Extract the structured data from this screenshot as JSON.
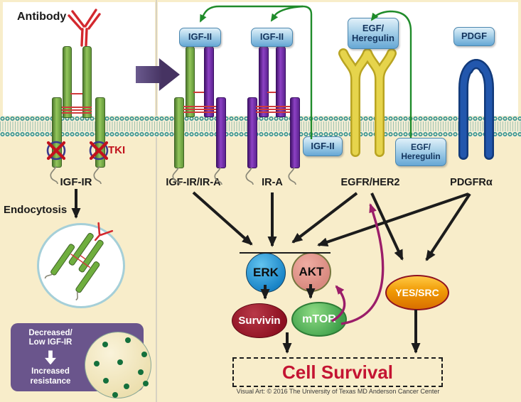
{
  "left_panel": {
    "antibody_label": "Antibody",
    "tki_label": "TKI",
    "receptor_label": "IGF-IR",
    "endocytosis_label": "Endocytosis",
    "resistance_box": {
      "line1": "Decreased/",
      "line2": "Low IGF-IR",
      "line3": "Increased",
      "line4": "resistance"
    }
  },
  "right_panel": {
    "ligands": {
      "igf2_top_left": "IGF-II",
      "igf2_top_right": "IGF-II",
      "igf2_lower": "IGF-II",
      "egf_top": {
        "line1": "EGF/",
        "line2": "Heregulin"
      },
      "egf_lower": {
        "line1": "EGF/",
        "line2": "Heregulin"
      },
      "pdgf": "PDGF"
    },
    "receptor_labels": {
      "hybrid": "IGF-IR/IR-A",
      "ira": "IR-A",
      "egfr": "EGFR/HER2",
      "pdgfra": "PDGFRα"
    },
    "nodes": {
      "erk": "ERK",
      "akt": "AKT",
      "survivin": "Survivin",
      "mtor": "mTOR",
      "yessrc": "YES/SRC"
    },
    "outcome": "Cell Survival"
  },
  "credit": "Visual Art: © 2016 The University of Texas MD Anderson Cancer Center",
  "colors": {
    "background_cream": "#f8edca",
    "membrane_teal": "#3f9894",
    "receptor_green": "#6fae3e",
    "receptor_purple": "#6a2d9e",
    "receptor_yellow": "#e0cd45",
    "receptor_blue": "#1b4f9f",
    "ligand_box_blue": "#8ec6e4",
    "arrow_green": "#1f8b2a",
    "arrow_magenta": "#9b1d69",
    "antibody_red": "#d3282e",
    "erk_blue": "#1b86c8",
    "akt_salmon": "#d98a80",
    "survivin_red": "#8d1020",
    "mtor_green": "#3fa04a",
    "yessrc_orange": "#f09a05",
    "cell_survival_red": "#c41432",
    "resistance_purple": "#6a558c",
    "big_arrow_purple": "#463362"
  }
}
